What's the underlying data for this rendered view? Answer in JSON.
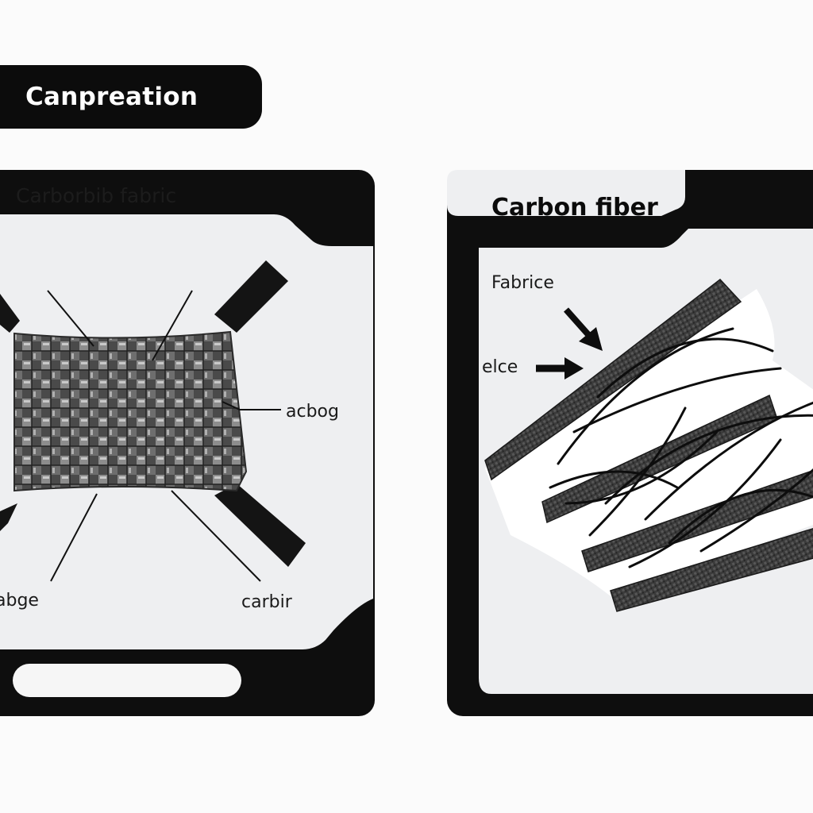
{
  "header": {
    "title": "Canpreation"
  },
  "left_panel": {
    "title": "Carborbib fabric",
    "labels": {
      "right": "acbog",
      "bottom_left": "abge",
      "bottom_right": "carbir"
    }
  },
  "right_panel": {
    "title": "Carbon fiber",
    "labels": {
      "top": "Fabrice",
      "middle": "elce"
    }
  },
  "colors": {
    "frame": "#0e0e0e",
    "inner": "#eeeff1",
    "fabric_dark": "#3a3a3a"
  }
}
